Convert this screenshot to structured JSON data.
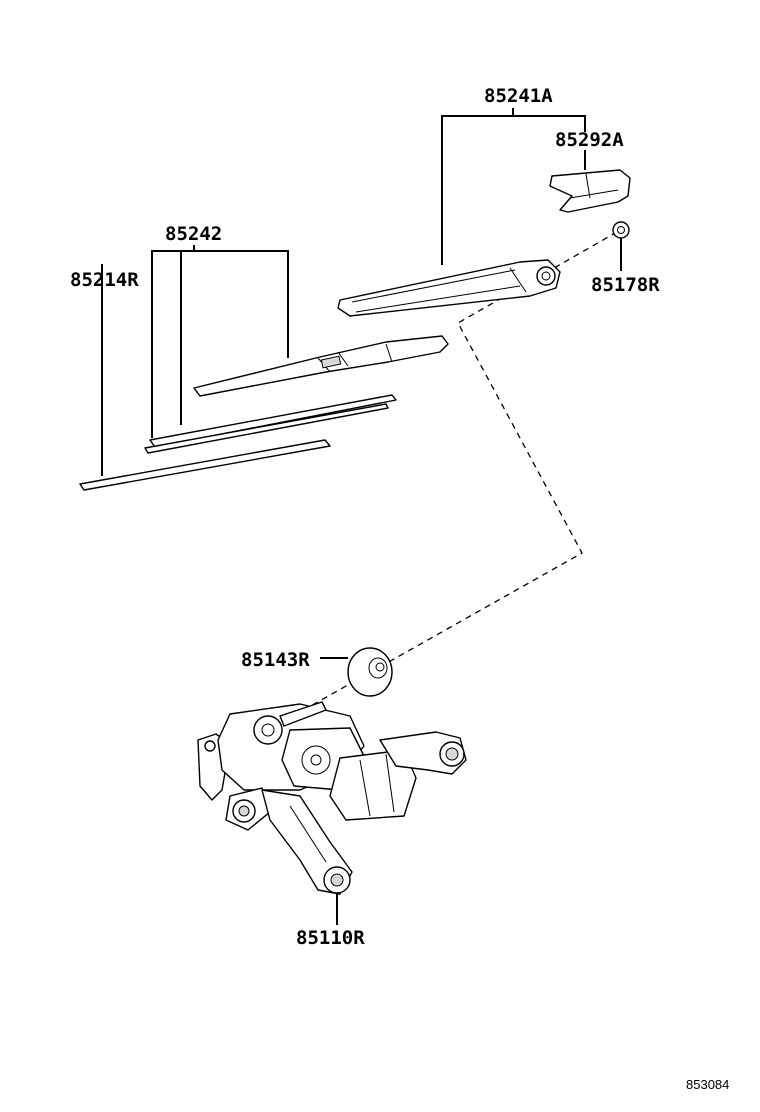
{
  "diagram_id": "853084",
  "parts": {
    "p85241A": "85241A",
    "p85292A": "85292A",
    "p85242": "85242",
    "p85214R": "85214R",
    "p85178R": "85178R",
    "p85143R": "85143R",
    "p85110R": "85110R"
  }
}
